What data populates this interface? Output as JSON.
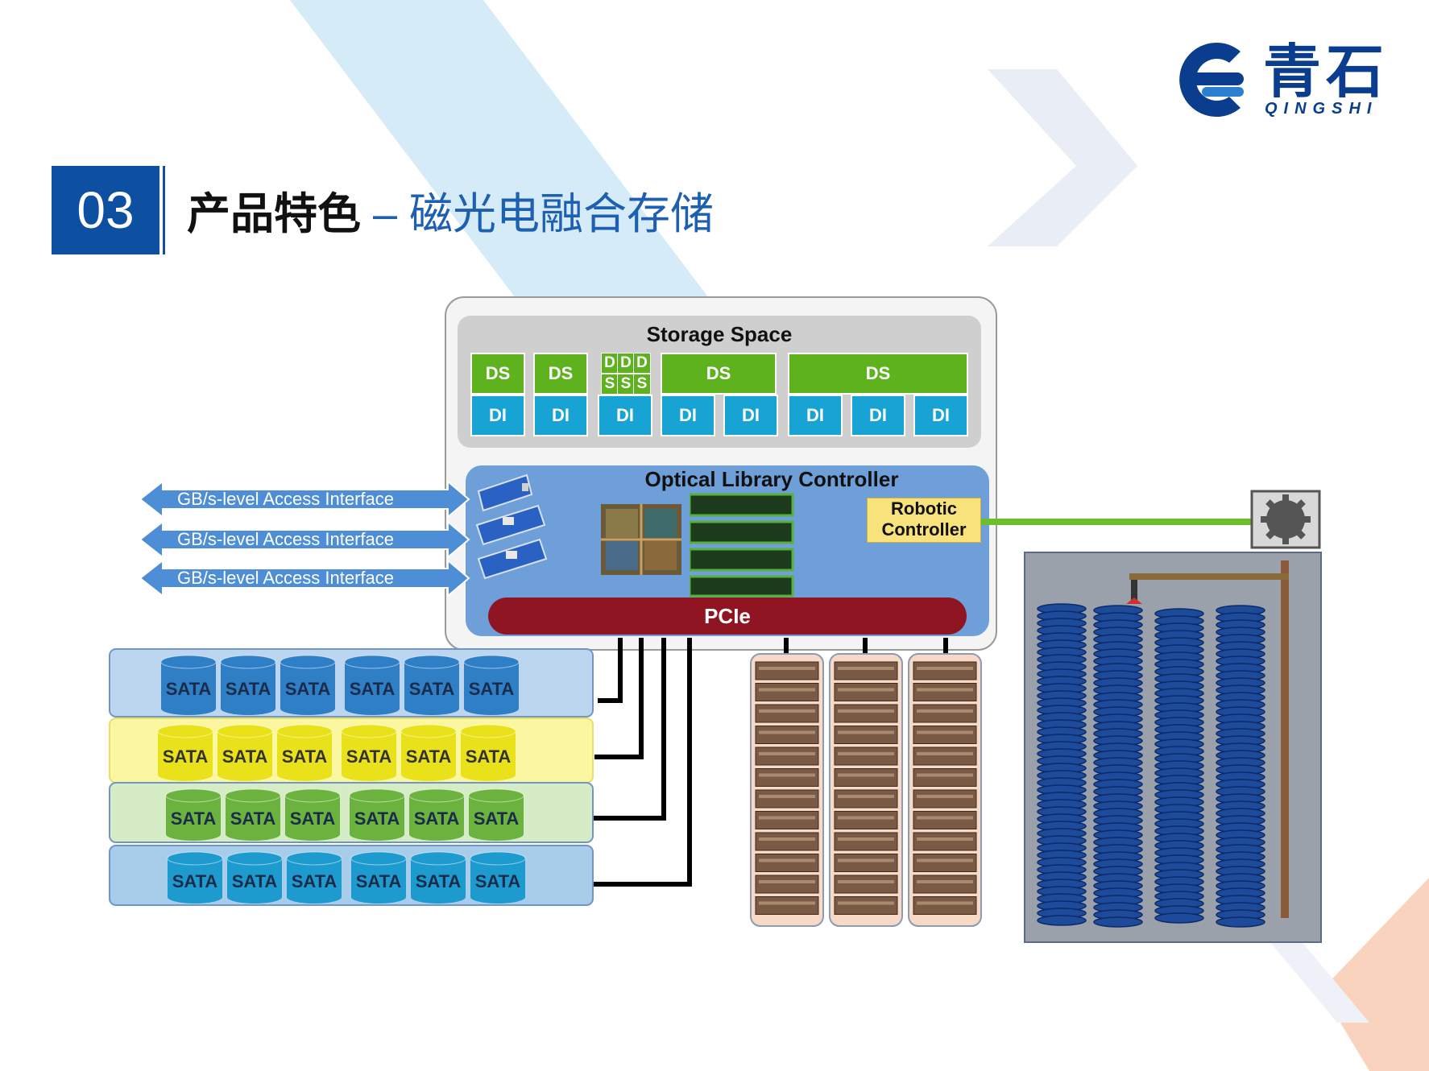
{
  "header": {
    "number": "03",
    "title_main": "产品特色",
    "title_sep": " – ",
    "title_sub": "磁光电融合存储"
  },
  "logo": {
    "chinese": "青石",
    "english": "QINGSHI"
  },
  "diagram": {
    "storage_space_title": "Storage Space",
    "ds_label": "DS",
    "di_label": "DI",
    "small_ds_letters": [
      "D",
      "S"
    ],
    "controller_title": "Optical Library Controller",
    "robotic_controller": [
      "Robotic",
      "Controller"
    ],
    "pcie_label": "PCIe",
    "access_interfaces": [
      "GB/s-level Access Interface",
      "GB/s-level Access Interface",
      "GB/s-level Access Interface"
    ],
    "sata_label": "SATA",
    "sata_rows": [
      {
        "color": "#2f7fc6",
        "bg": "#bcd6ef",
        "count": 6
      },
      {
        "color": "#e9e21a",
        "bg": "#fbf7a0",
        "count": 6
      },
      {
        "color": "#6cb23e",
        "bg": "#d6ecc6",
        "count": 6
      },
      {
        "color": "#1d9bcf",
        "bg": "#a8cdeb",
        "count": 6
      }
    ]
  },
  "colors": {
    "brand_blue": "#0d4fa0",
    "ds_green": "#5db21e",
    "di_blue": "#17a3d3",
    "pcie_red": "#8f1522",
    "controller_blue": "#6f9fd8"
  }
}
